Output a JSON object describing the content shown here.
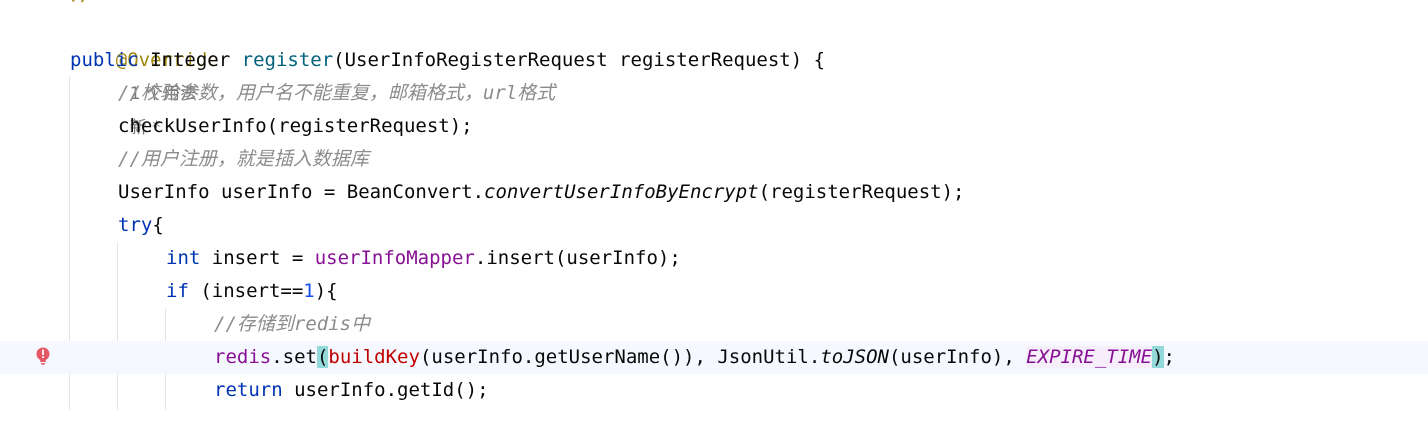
{
  "editor": {
    "top_partial": "ﾂﾀ",
    "annotation": "@Override",
    "usage_hint": "1 个用法",
    "new_hint": "新 *",
    "signature": {
      "public": "public",
      "type": "Integer",
      "method": "register",
      "params": "(UserInfoRegisterRequest registerRequest) {"
    },
    "comment1": "//校验参数，用户名不能重复，邮箱格式，url格式",
    "check_call": "checkUserInfo(registerRequest);",
    "comment2": "//用户注册，就是插入数据库",
    "convert": {
      "decl": "UserInfo userInfo = BeanConvert.",
      "method": "convertUserInfoByEncrypt",
      "args": "(registerRequest);"
    },
    "try_kw": "try",
    "try_brace": "{",
    "insert": {
      "type": "int",
      "decl": " insert = ",
      "mapper": "userInfoMapper",
      "call": ".insert(userInfo);"
    },
    "if_stmt": {
      "kw": "if",
      "cond_start": " (insert==",
      "num": "1",
      "cond_end": "){"
    },
    "comment3": "//存储到redis中",
    "redis": {
      "obj": "redis",
      "call": ".set",
      "open": "(",
      "build": "buildKey",
      "args1": "(userInfo.getUserName()), JsonUtil.",
      "tojson": "toJSON",
      "args2": "(userInfo), ",
      "const": "EXPIRE_TIME",
      "close": ")",
      "end": ";"
    },
    "return_stmt": {
      "kw": "return",
      "rest": " userInfo.getId();"
    },
    "colors": {
      "keyword": "#0033b3",
      "method": "#00627a",
      "annotation": "#9e880d",
      "comment": "#8c8c8c",
      "field": "#871094",
      "number": "#1750eb",
      "error_bulb": "#e55765"
    },
    "gutter_icon": "error-bulb-icon"
  }
}
